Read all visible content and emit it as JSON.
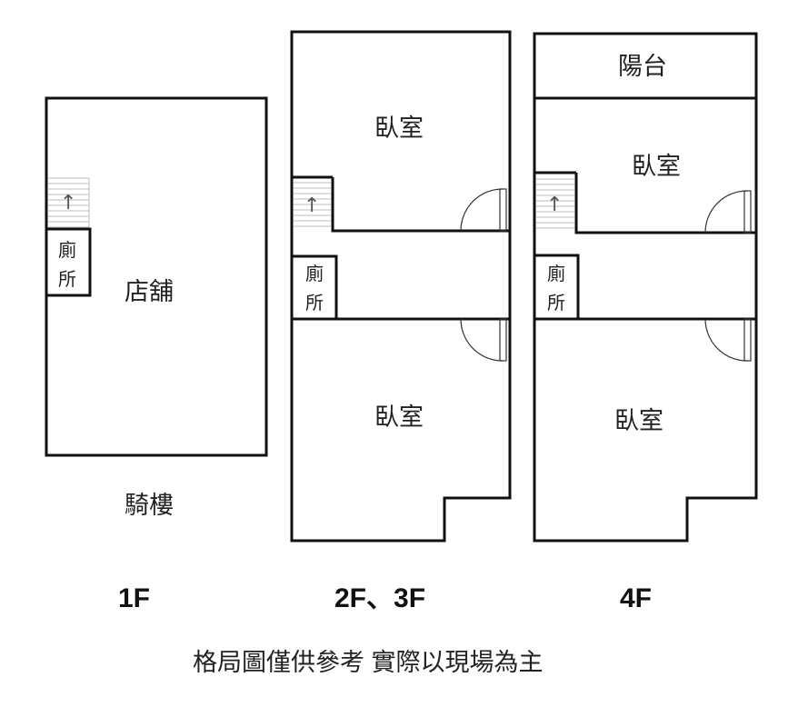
{
  "floor_1": {
    "shop": "店舖",
    "toilet_line1": "廁",
    "toilet_line2": "所",
    "arcade": "騎樓",
    "label": "1F"
  },
  "floor_2_3": {
    "bedroom_top": "臥室",
    "bedroom_bottom": "臥室",
    "toilet_line1": "廁",
    "toilet_line2": "所",
    "label": "2F、3F"
  },
  "floor_4": {
    "balcony": "陽台",
    "bedroom_top": "臥室",
    "bedroom_bottom": "臥室",
    "toilet_line1": "廁",
    "toilet_line2": "所",
    "label": "4F"
  },
  "stair_arrow_icon": "up-arrow-icon",
  "note": "格局圖僅供參考 實際以現場為主"
}
